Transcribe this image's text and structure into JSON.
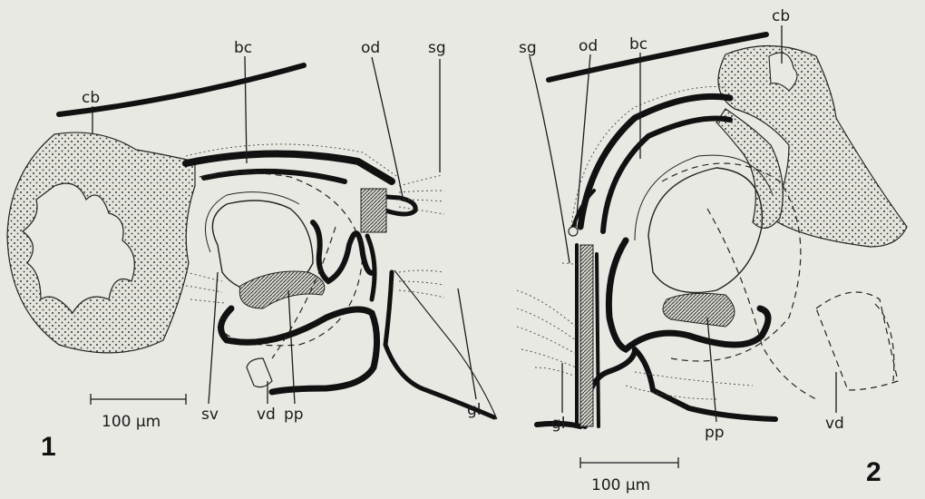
{
  "figures": [
    {
      "number": "1",
      "scale_bar": "100 µm",
      "labels": {
        "cb": "cb",
        "bc": "bc",
        "od": "od",
        "sg": "sg",
        "sv": "sv",
        "vd": "vd",
        "pp": "pp",
        "gl": "gl"
      }
    },
    {
      "number": "2",
      "scale_bar": "100 µm",
      "labels": {
        "sg": "sg",
        "od": "od",
        "bc": "bc",
        "cb": "cb",
        "gl": "gl",
        "pp": "pp",
        "vd": "vd"
      }
    }
  ],
  "colors": {
    "background": "#e9e9e4",
    "ink": "#111111"
  }
}
